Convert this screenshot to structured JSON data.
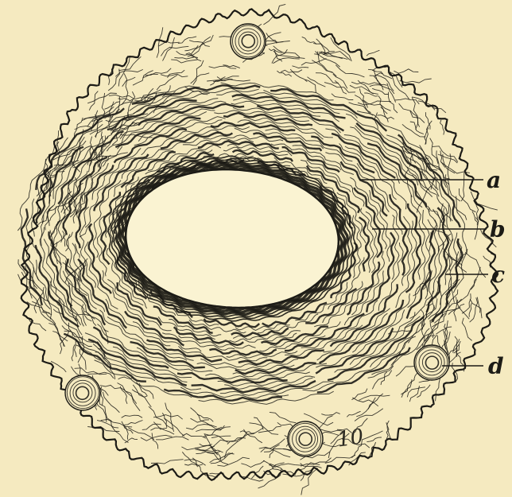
{
  "figure": {
    "background": "#f5eac0",
    "ink": "#1c1b16",
    "lumen_color": "#faf3d2",
    "labels": [
      {
        "id": "a",
        "text": "a"
      },
      {
        "id": "b",
        "text": "b"
      },
      {
        "id": "c",
        "text": "c"
      },
      {
        "id": "d",
        "text": "d"
      }
    ],
    "signature": "10"
  }
}
